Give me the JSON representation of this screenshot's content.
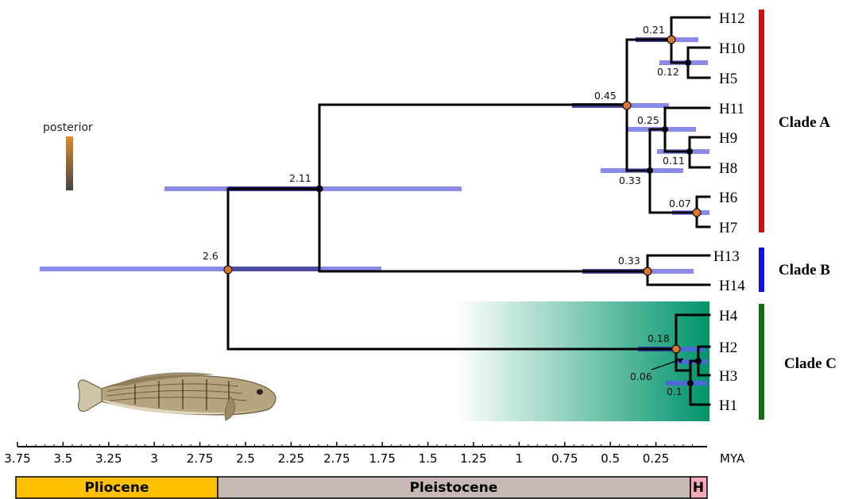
{
  "legend": {
    "label": "posterior"
  },
  "axis": {
    "unit": "MYA",
    "ticks": [
      "3.75",
      "3.5",
      "3.25",
      "3",
      "2.75",
      "2.5",
      "2.25",
      "2.75",
      "1.75",
      "1.5",
      "1.25",
      "1",
      "0.75",
      "0.5",
      "0.25"
    ]
  },
  "epochs": [
    {
      "label": "Pliocene",
      "color": "#ffc000"
    },
    {
      "label": "Pleistocene",
      "color": "#c8b9b6"
    },
    {
      "label": "H",
      "color": "#f4a8b8"
    }
  ],
  "tips": [
    "H12",
    "H10",
    "H5",
    "H11",
    "H9",
    "H8",
    "H6",
    "H7",
    "H13",
    "H14",
    "H4",
    "H2",
    "H3",
    "H1"
  ],
  "clades": [
    {
      "label": "Clade A",
      "color": "#d01010"
    },
    {
      "label": "Clade B",
      "color": "#1010e0"
    },
    {
      "label": "Clade C",
      "color": "#107010"
    }
  ],
  "node_ages": {
    "root": "2.6",
    "ab": "2.11",
    "a": "0.45",
    "a1": "0.21",
    "a1b": "0.12",
    "a2": "0.25",
    "a2b": "0.11",
    "a3": "0.33",
    "a4": "0.07",
    "b": "0.33",
    "c": "0.18",
    "c1": "0.06",
    "c2": "0.1"
  },
  "colors": {
    "hpd_bar": "#8a8ae8",
    "hpd_overlap": "#1a1a6e",
    "high_posterior": "#d9772a",
    "low_posterior": "#000000",
    "clade_c_shading": "#00946b"
  }
}
